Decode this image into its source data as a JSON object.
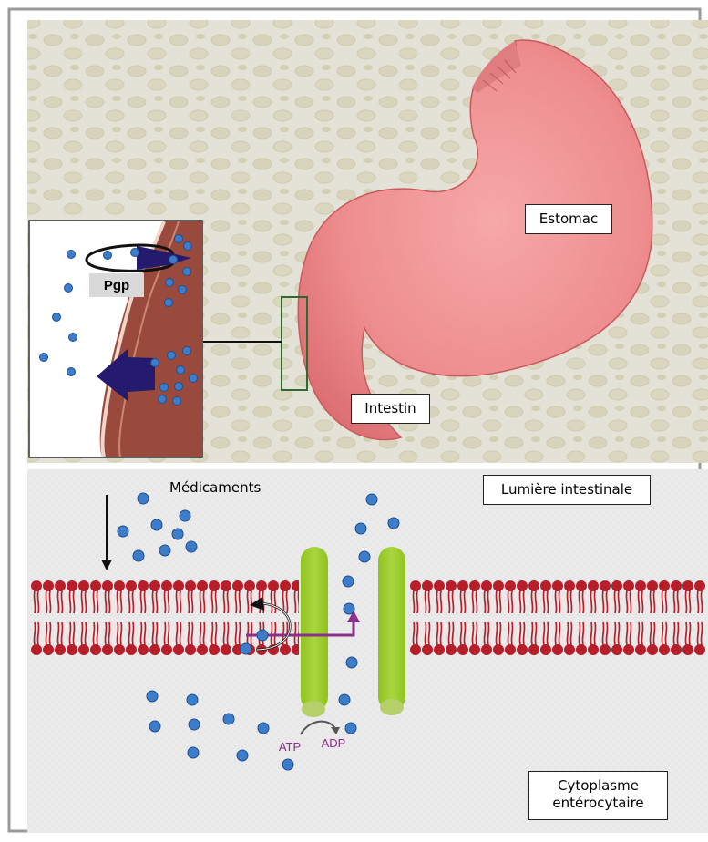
{
  "labels": {
    "stomach": "Estomac",
    "intestine": "Intestin",
    "pgp": "Pgp",
    "drugs": "Médicaments",
    "lumen": "Lumière intestinale",
    "cytoplasm_line1": "Cytoplasme",
    "cytoplasm_line2": "entérocytaire",
    "atp": "ATP",
    "adp": "ADP"
  },
  "colors": {
    "stomach": "#f0878a",
    "membrane": "#b81e2a",
    "transporter": "#9acd32",
    "drug": "#3d7cc9",
    "arrow_purple": "#8b2f8b",
    "arrow_navy": "#241a6e",
    "tissue": "#9a4a3c"
  }
}
